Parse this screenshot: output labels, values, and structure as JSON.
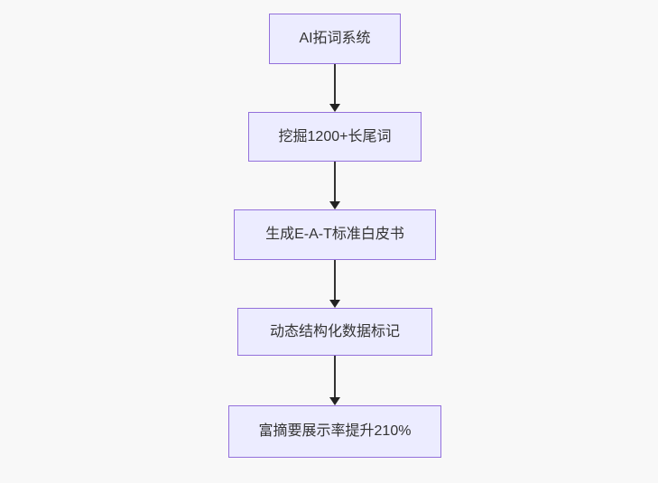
{
  "diagram": {
    "type": "flowchart",
    "direction": "top-down",
    "nodes": [
      {
        "label": "AI拓词系统"
      },
      {
        "label": "挖掘1200+长尾词"
      },
      {
        "label": "生成E-A-T标准白皮书"
      },
      {
        "label": "动态结构化数据标记"
      },
      {
        "label": "富摘要展示率提升210%"
      }
    ],
    "edges": [
      {
        "from": "AI拓词系统",
        "to": "挖掘1200+长尾词"
      },
      {
        "from": "挖掘1200+长尾词",
        "to": "生成E-A-T标准白皮书"
      },
      {
        "from": "生成E-A-T标准白皮书",
        "to": "动态结构化数据标记"
      },
      {
        "from": "动态结构化数据标记",
        "to": "富摘要展示率提升210%"
      }
    ],
    "colors": {
      "background": "#f8f8f8",
      "node_fill": "#ECECFF",
      "node_border": "#9370DB",
      "edge_line": "#333333",
      "arrow_head": "#222222",
      "text": "#333333"
    }
  }
}
